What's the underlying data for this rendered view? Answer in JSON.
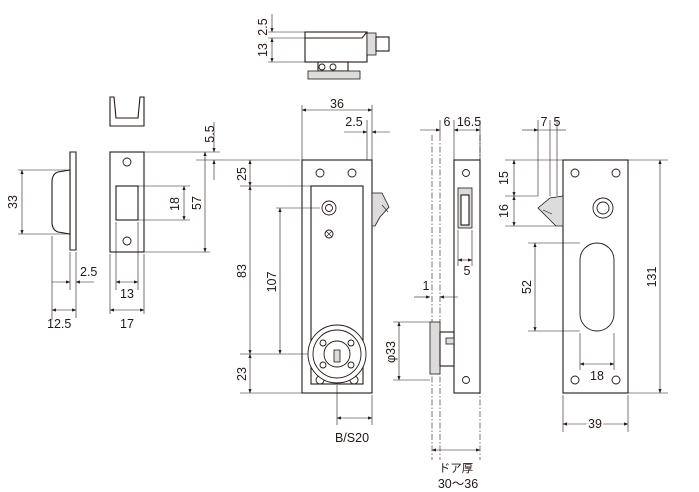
{
  "dimensions": {
    "top_view": [
      "2.5",
      "13"
    ],
    "strike": [
      "33",
      "5.5",
      "18",
      "57",
      "2.5",
      "13",
      "12.5",
      "17"
    ],
    "front_view": [
      "36",
      "2.5",
      "25",
      "83",
      "107",
      "23",
      "B/S20"
    ],
    "side_view": [
      "6",
      "16.5",
      "1",
      "φ33",
      "5"
    ],
    "pull_plate": [
      "7",
      "5",
      "15",
      "16",
      "52",
      "131",
      "18",
      "39"
    ]
  },
  "labels": {
    "door_thickness": "ドア厚",
    "door_thickness_range": "30〜36"
  }
}
